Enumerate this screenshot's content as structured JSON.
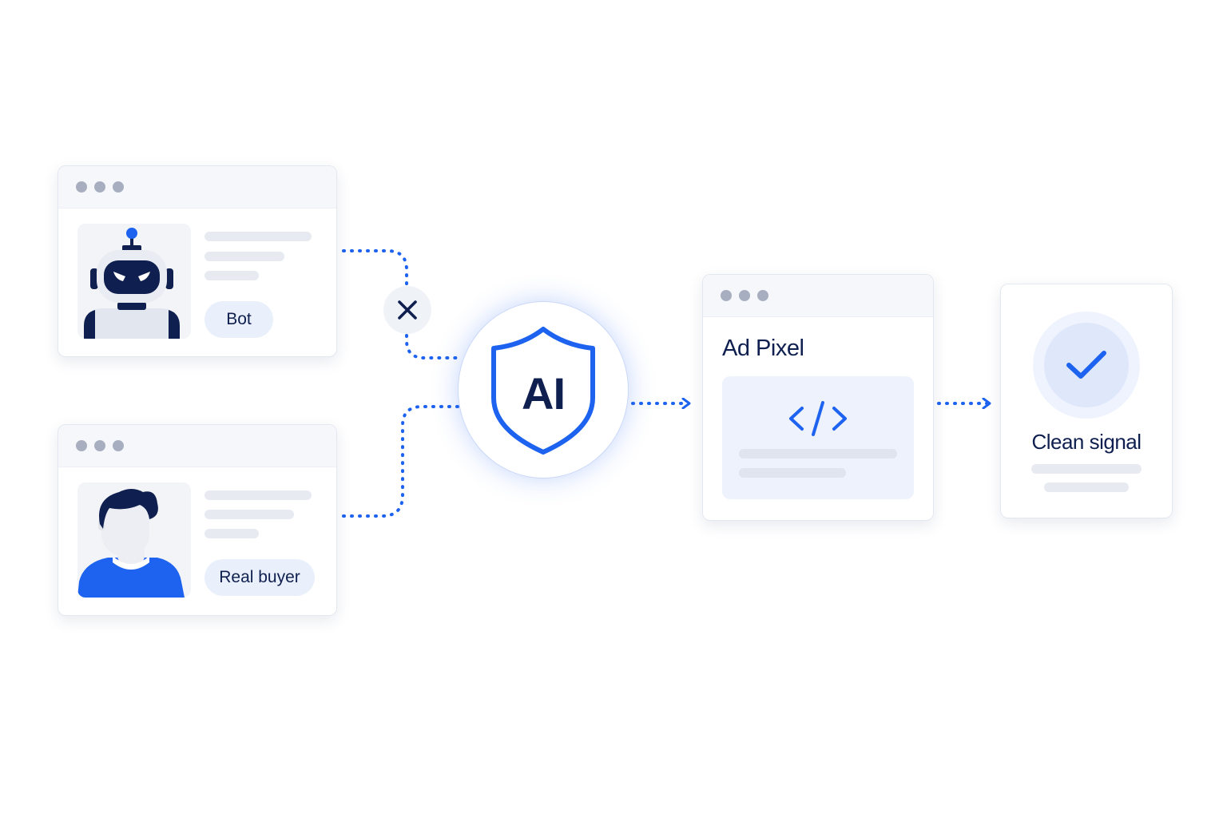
{
  "sources": {
    "bot": {
      "label": "Bot",
      "icon": "robot-avatar-icon"
    },
    "buyer": {
      "label": "Real buyer",
      "icon": "person-avatar-icon"
    }
  },
  "filter": {
    "label": "AI",
    "icon": "shield-icon",
    "reject_icon": "close-icon"
  },
  "pixel": {
    "title": "Ad Pixel",
    "icon": "code-icon"
  },
  "result": {
    "title": "Clean signal",
    "icon": "checkmark-icon"
  },
  "colors": {
    "accent": "#1d63ef",
    "navy": "#0f1f4f",
    "placeholder": "#e7eaf1",
    "chip": "#eaf0fb"
  }
}
